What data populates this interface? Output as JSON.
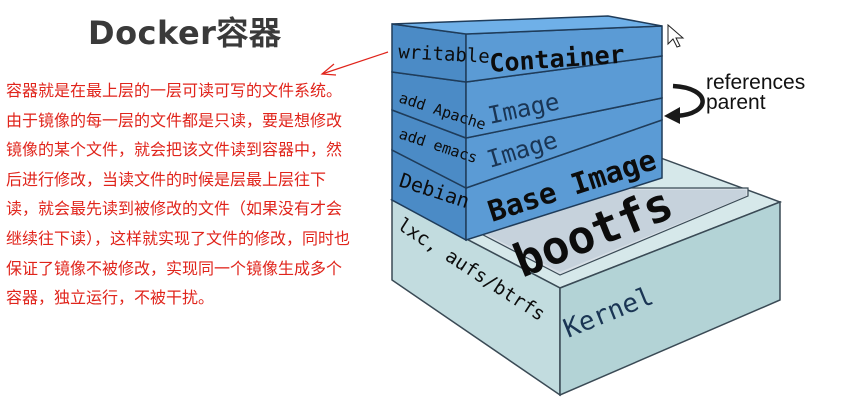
{
  "title": "Docker容器",
  "description": [
    "容器就是在最上层的一层可读可写的文件系统。",
    "由于镜像的每一层的文件都是只读，要是想修改镜像的某个文件，就会把该文件读到容器中，然后进行修改，当读文件的时候是层最上层往下读，就会最先读到被修改的文件（如果没有才会继续往下读），这样就实现了文件的修改，同时也保证了镜像不被修改，实现同一个镜像生成多个容器，独立运行，不被干扰。"
  ],
  "diagram": {
    "layers": {
      "container": {
        "side": "writable",
        "front": "Container"
      },
      "image_apache": {
        "side": "add Apache",
        "front": "Image"
      },
      "image_emacs": {
        "side": "add emacs",
        "front": "Image"
      },
      "base": {
        "side": "Debian",
        "front": "Base Image"
      },
      "bootfs": {
        "side": "lxc, aufs/btrfs",
        "front": "bootfs"
      },
      "kernel": {
        "front": "Kernel"
      }
    },
    "references": {
      "line1": "references",
      "line2": "parent"
    }
  },
  "colors": {
    "title": "#3a3a3a",
    "description_text": "#e0241b",
    "layer_blue": "#5b9bd5",
    "layer_blue_dark": "#3f7fba",
    "layer_top": "#6fb0e8",
    "bootfs_gray": "#c6d2dc",
    "kernel_green": "#b3d3d6",
    "arrow": "#1a1a1a"
  }
}
